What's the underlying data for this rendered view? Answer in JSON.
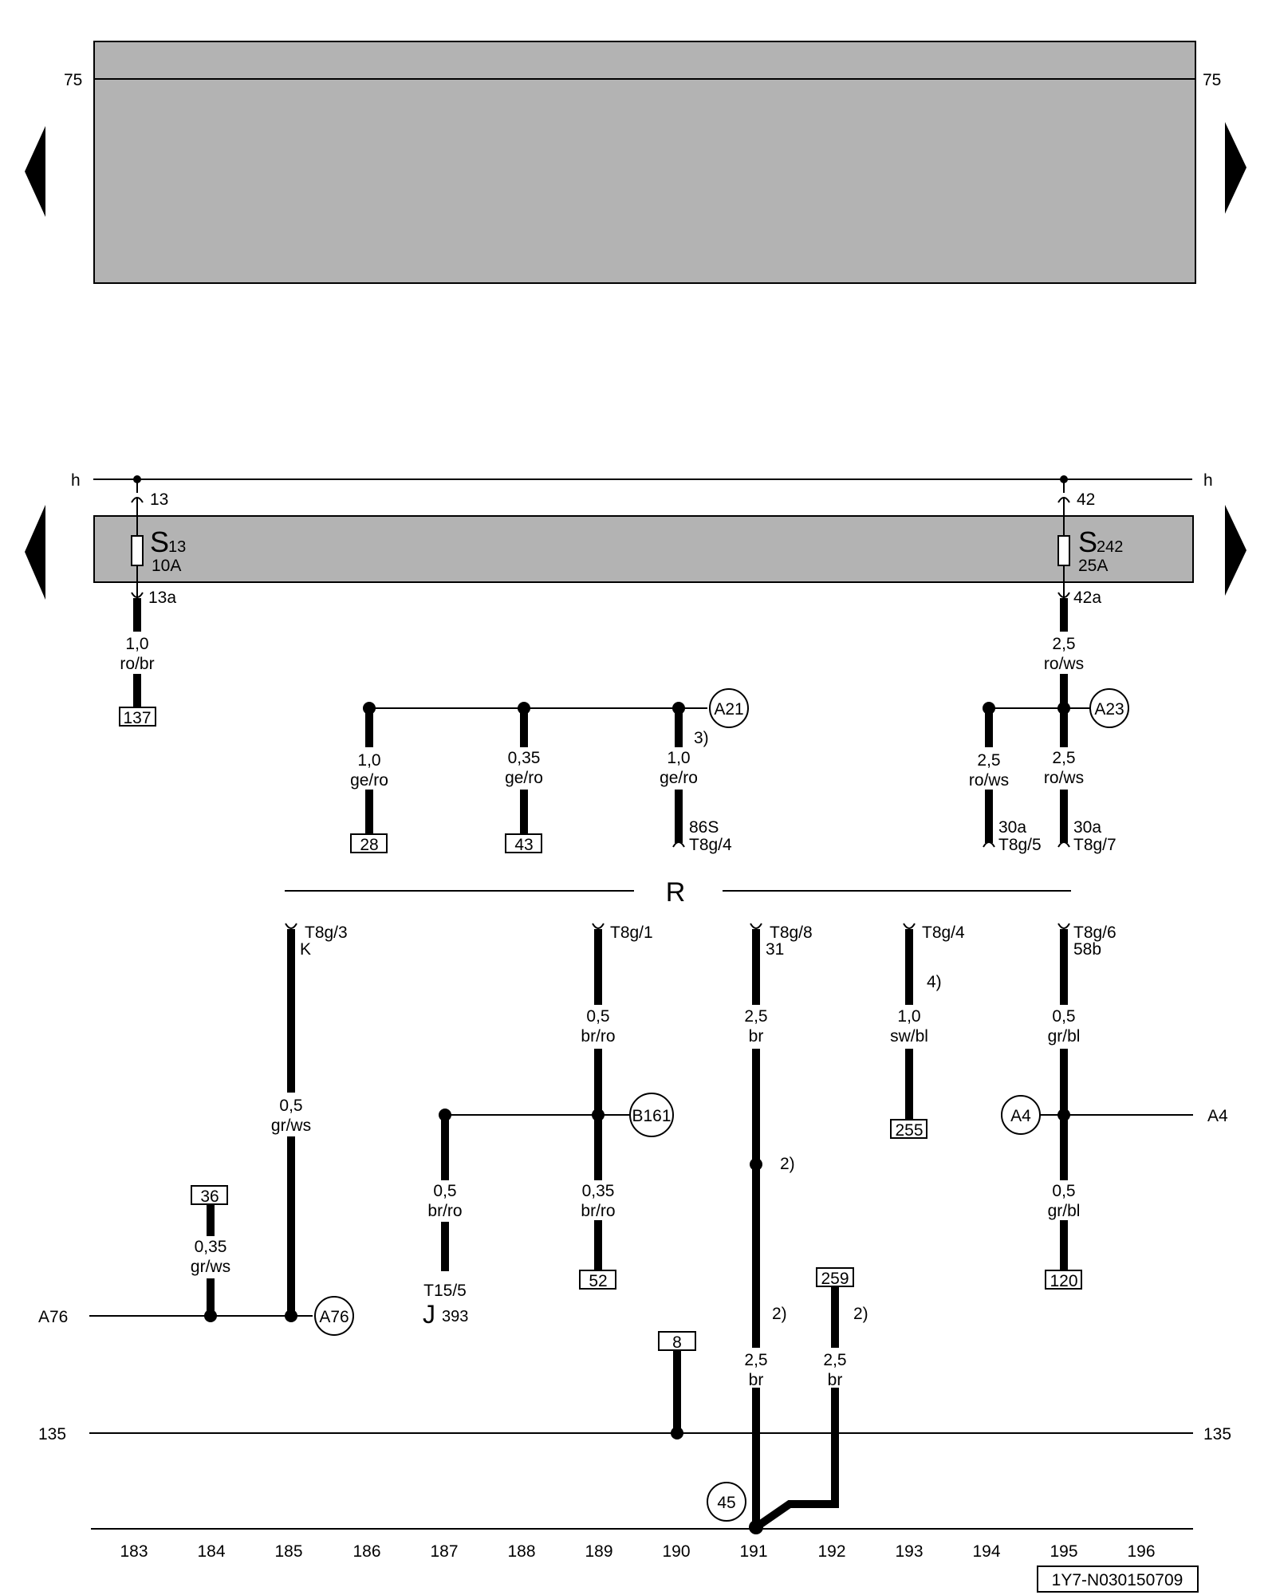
{
  "bus_labels": {
    "left_75": "75",
    "right_75": "75",
    "left_h": "h",
    "right_h": "h",
    "left_135": "135",
    "right_135": "135",
    "left_a76": "A76",
    "right_a4": "A4",
    "relay_r": "R"
  },
  "fuses": [
    {
      "name": "S",
      "num": "13",
      "rating": "10A",
      "in_pin": "13",
      "out_pin": "13a"
    },
    {
      "name": "S",
      "num": "242",
      "rating": "25A",
      "in_pin": "42",
      "out_pin": "42a"
    }
  ],
  "wire_labels": [
    {
      "gauge": "1,0",
      "color": "ro/br"
    },
    {
      "gauge": "2,5",
      "color": "ro/ws"
    },
    {
      "gauge": "1,0",
      "color": "ge/ro"
    },
    {
      "gauge": "0,35",
      "color": "ge/ro"
    },
    {
      "gauge": "1,0",
      "color": "ge/ro"
    },
    {
      "gauge": "2,5",
      "color": "ro/ws"
    },
    {
      "gauge": "2,5",
      "color": "ro/ws"
    },
    {
      "gauge": "0,5",
      "color": "gr/ws"
    },
    {
      "gauge": "0,5",
      "color": "br/ro"
    },
    {
      "gauge": "2,5",
      "color": "br"
    },
    {
      "gauge": "1,0",
      "color": "sw/bl"
    },
    {
      "gauge": "0,5",
      "color": "gr/bl"
    },
    {
      "gauge": "0,5",
      "color": "br/ro"
    },
    {
      "gauge": "0,35",
      "color": "br/ro"
    },
    {
      "gauge": "0,5",
      "color": "gr/bl"
    },
    {
      "gauge": "0,35",
      "color": "gr/ws"
    },
    {
      "gauge": "2,5",
      "color": "br"
    },
    {
      "gauge": "2,5",
      "color": "br"
    }
  ],
  "ref_boxes": [
    "137",
    "28",
    "43",
    "255",
    "36",
    "52",
    "120",
    "259",
    "8"
  ],
  "circles": [
    "A21",
    "A23",
    "B161",
    "A4",
    "A76",
    "45"
  ],
  "pins": [
    {
      "line1": "86S",
      "line2": "T8g/4"
    },
    {
      "line1": "30a",
      "line2": "T8g/5"
    },
    {
      "line1": "30a",
      "line2": "T8g/7"
    },
    {
      "line1": "T8g/3",
      "line2": "K"
    },
    {
      "line1": "T8g/1",
      "line2": ""
    },
    {
      "line1": "T8g/8",
      "line2": "31"
    },
    {
      "line1": "T8g/4",
      "line2": ""
    },
    {
      "line1": "T8g/6",
      "line2": "58b"
    }
  ],
  "footnotes": [
    "3)",
    "4)",
    "2)",
    "2)",
    "2)"
  ],
  "component": {
    "connector": "T15/5",
    "letter": "J",
    "number": "393"
  },
  "columns": [
    "183",
    "184",
    "185",
    "186",
    "187",
    "188",
    "189",
    "190",
    "191",
    "192",
    "193",
    "194",
    "195",
    "196"
  ],
  "drawing_id": "1Y7-N030150709"
}
